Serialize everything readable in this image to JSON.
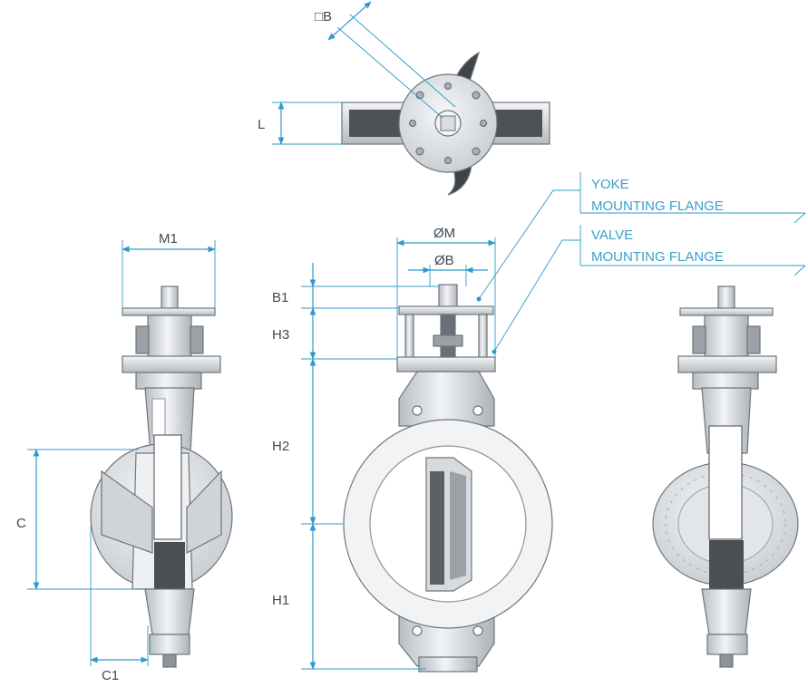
{
  "labels": {
    "square_b": "□B",
    "l": "L",
    "m1": "M1",
    "phi_m": "ØM",
    "phi_b": "ØB",
    "b1": "B1",
    "h3": "H3",
    "h2": "H2",
    "h1": "H1",
    "c": "C",
    "c1": "C1"
  },
  "callouts": {
    "yoke_line1": "YOKE",
    "yoke_line2": "MOUNTING FLANGE",
    "valve_line1": "VALVE",
    "valve_line2": "MOUNTING FLANGE"
  },
  "colors": {
    "dimension": "#2e9bc9",
    "callout_text": "#3aa0c8",
    "label_text": "#3d4a55",
    "metal_light": "#e9ecef",
    "metal_mid": "#c9ced3",
    "metal_dark": "#5e6368"
  }
}
